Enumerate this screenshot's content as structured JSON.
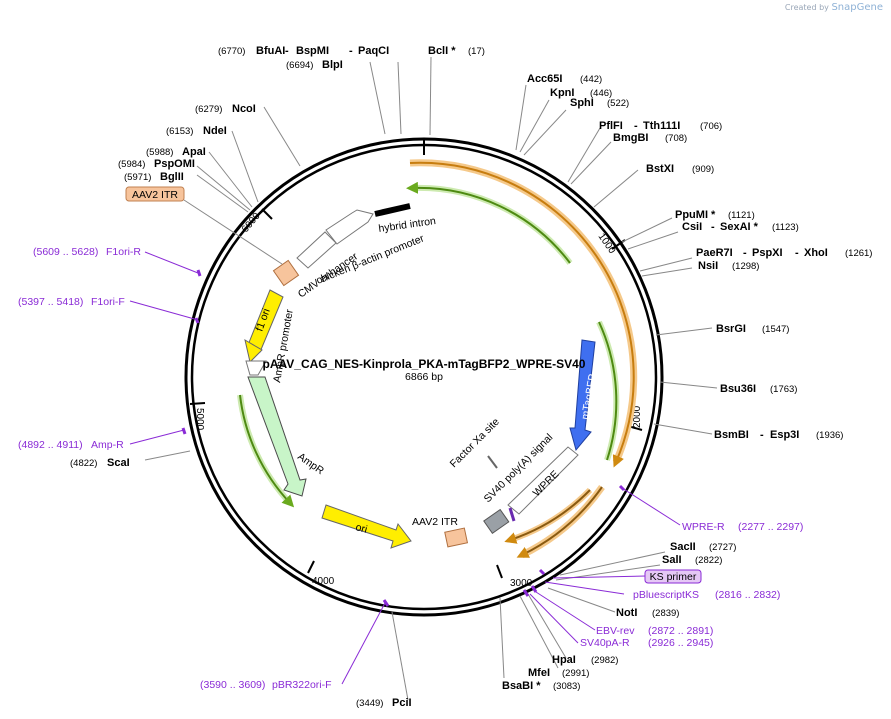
{
  "credit": {
    "prefix": "Created by",
    "brand": "SnapGene"
  },
  "plasmid": {
    "name": "pAAV_CAG_NES-Kinprola_PKA-mTagBFP2_WPRE-SV40",
    "size": "6866 bp",
    "length": 6866
  },
  "ticks": [
    "1000",
    "2000",
    "3000",
    "4000",
    "5000",
    "6000"
  ],
  "sites": [
    {
      "name": "BfuAI",
      "pos": "(6770)",
      "dash": false
    },
    {
      "name": "BspMI",
      "pos": "",
      "dash": true
    },
    {
      "name": "PaqCI",
      "pos": "",
      "dash": true
    },
    {
      "name": "BlpI",
      "pos": "(6694)",
      "dash": false
    },
    {
      "name": "BclI *",
      "pos": "(17)",
      "dash": false
    },
    {
      "name": "Acc65I",
      "pos": "(442)",
      "dash": false
    },
    {
      "name": "KpnI",
      "pos": "(446)",
      "dash": false
    },
    {
      "name": "SphI",
      "pos": "(522)",
      "dash": false
    },
    {
      "name": "PflFI",
      "pos": "",
      "dash": false
    },
    {
      "name": "Tth111I",
      "pos": "(706)",
      "dash": true
    },
    {
      "name": "BmgBI",
      "pos": "(708)",
      "dash": false
    },
    {
      "name": "BstXI",
      "pos": "(909)",
      "dash": false
    },
    {
      "name": "PpuMI *",
      "pos": "(1121)",
      "dash": false
    },
    {
      "name": "CsiI",
      "pos": "",
      "dash": false
    },
    {
      "name": "SexAI *",
      "pos": "(1123)",
      "dash": true
    },
    {
      "name": "PaeR7I",
      "pos": "",
      "dash": false
    },
    {
      "name": "PspXI",
      "pos": "",
      "dash": true
    },
    {
      "name": "XhoI",
      "pos": "(1261)",
      "dash": true
    },
    {
      "name": "NsiI",
      "pos": "(1298)",
      "dash": false
    },
    {
      "name": "BsrGI",
      "pos": "(1547)",
      "dash": false
    },
    {
      "name": "Bsu36I",
      "pos": "(1763)",
      "dash": false
    },
    {
      "name": "BsmBI",
      "pos": "",
      "dash": false
    },
    {
      "name": "Esp3I",
      "pos": "(1936)",
      "dash": true
    },
    {
      "name": "SacII",
      "pos": "(2727)",
      "dash": false
    },
    {
      "name": "SalI",
      "pos": "(2822)",
      "dash": false
    },
    {
      "name": "NotI",
      "pos": "(2839)",
      "dash": false
    },
    {
      "name": "HpaI",
      "pos": "(2982)",
      "dash": false
    },
    {
      "name": "MfeI",
      "pos": "(2991)",
      "dash": false
    },
    {
      "name": "BsaBI *",
      "pos": "(3083)",
      "dash": false
    },
    {
      "name": "PciI",
      "pos": "(3449)",
      "dash": false
    },
    {
      "name": "ScaI",
      "pos": "(4822)",
      "dash": false
    },
    {
      "name": "BglII",
      "pos": "(5971)",
      "dash": false
    },
    {
      "name": "PspOMI",
      "pos": "(5984)",
      "dash": false
    },
    {
      "name": "ApaI",
      "pos": "(5988)",
      "dash": false
    },
    {
      "name": "NdeI",
      "pos": "(6153)",
      "dash": false
    },
    {
      "name": "NcoI",
      "pos": "(6279)",
      "dash": false
    }
  ],
  "primers": [
    {
      "name": "F1ori-R",
      "range": "(5609 .. 5628)"
    },
    {
      "name": "F1ori-F",
      "range": "(5397 .. 5418)"
    },
    {
      "name": "Amp-R",
      "range": "(4892 .. 4911)"
    },
    {
      "name": "WPRE-R",
      "range": "(2277 .. 2297)"
    },
    {
      "name": "KS primer",
      "range": ""
    },
    {
      "name": "pBluescriptKS",
      "range": "(2816 .. 2832)"
    },
    {
      "name": "EBV-rev",
      "range": "(2872 .. 2891)"
    },
    {
      "name": "SV40pA-R",
      "range": "(2926 .. 2945)"
    },
    {
      "name": "pBR322ori-F",
      "range": "(3590 .. 3609)"
    }
  ],
  "features": {
    "aav2_itr_left": "AAV2 ITR",
    "aav2_itr_right": "AAV2 ITR",
    "hybrid_intron": "hybrid intron",
    "cmv_enhancer": "CMV enhancer",
    "chicken_actin_promoter": "chicken β-actin promoter",
    "f1_ori": "f1 ori",
    "ampr_promoter": "AmpR promoter",
    "ampr": "AmpR",
    "ori": "ori",
    "factor_xa": "Factor Xa site",
    "sv40_polya": "SV40 poly(A) signal",
    "wpre": "WPRE",
    "mtagbfp": "mTagBFP"
  },
  "colors": {
    "backbone": "#000000",
    "primer": "#8a2bd6",
    "orange_feature": "#f5a623",
    "green_feature": "#6aaa1e",
    "promoter_box": "#f7c49c",
    "origin": "#ffee00",
    "ampr": "#c8f5c8",
    "mtagbfp": "#3f6ff0",
    "gray_box": "#9aa0a6"
  }
}
